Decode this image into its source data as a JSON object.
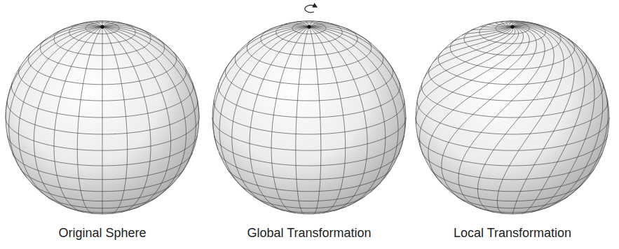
{
  "diagram": {
    "labels": [
      "Original Sphere",
      "Global Transformation",
      "Local Transformation"
    ]
  }
}
